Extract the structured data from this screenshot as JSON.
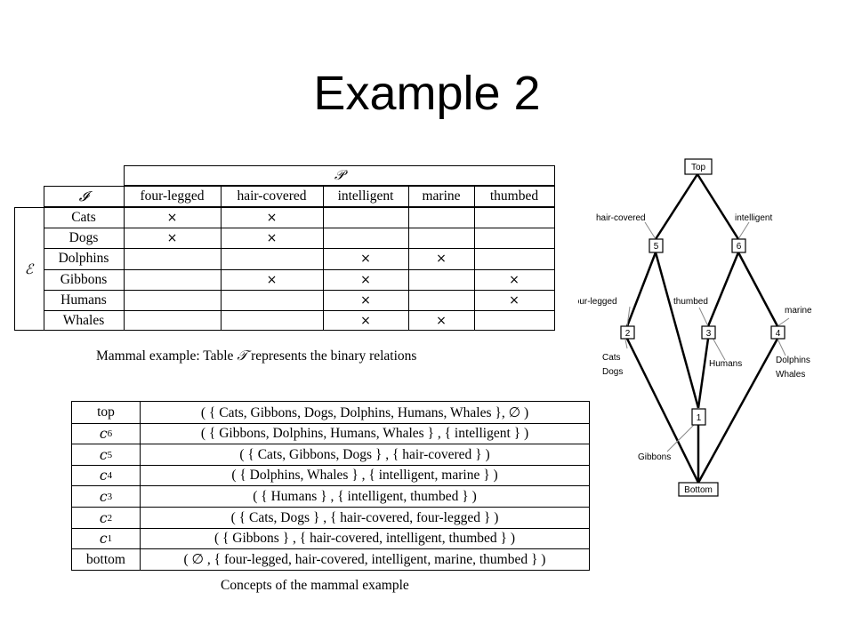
{
  "slide": {
    "title": "Example 2"
  },
  "context_table": {
    "attribute_set_symbol": "𝒫",
    "object_set_symbol": "𝓘",
    "extent_symbol": "ℰ",
    "mark": "×",
    "attributes": [
      "four-legged",
      "hair-covered",
      "intelligent",
      "marine",
      "thumbed"
    ],
    "rows": [
      {
        "object": "Cats",
        "marks": [
          true,
          true,
          false,
          false,
          false
        ]
      },
      {
        "object": "Dogs",
        "marks": [
          true,
          true,
          false,
          false,
          false
        ]
      },
      {
        "object": "Dolphins",
        "marks": [
          false,
          false,
          true,
          true,
          false
        ]
      },
      {
        "object": "Gibbons",
        "marks": [
          false,
          true,
          true,
          false,
          true
        ]
      },
      {
        "object": "Humans",
        "marks": [
          false,
          false,
          true,
          false,
          true
        ]
      },
      {
        "object": "Whales",
        "marks": [
          false,
          false,
          true,
          true,
          false
        ]
      }
    ],
    "caption": {
      "prefix": "Mammal example: Table ",
      "symbol": "𝒯",
      "suffix": " represents the binary relations"
    }
  },
  "concepts_table": {
    "rows": [
      {
        "name": "top",
        "sub": "",
        "value": "( { Cats, Gibbons, Dogs, Dolphins, Humans, Whales }, ∅ )"
      },
      {
        "name": "c",
        "sub": "6",
        "value": "( { Gibbons, Dolphins, Humans, Whales } , { intelligent } )"
      },
      {
        "name": "c",
        "sub": "5",
        "value": "( { Cats, Gibbons, Dogs } , { hair-covered } )"
      },
      {
        "name": "c",
        "sub": "4",
        "value": "( { Dolphins, Whales } , { intelligent, marine } )"
      },
      {
        "name": "c",
        "sub": "3",
        "value": "( {  Humans } , { intelligent, thumbed } )"
      },
      {
        "name": "c",
        "sub": "2",
        "value": "( { Cats, Dogs } , { hair-covered, four-legged } )"
      },
      {
        "name": "c",
        "sub": "1",
        "value": "( { Gibbons } , { hair-covered, intelligent, thumbed } )"
      },
      {
        "name": "bottom",
        "sub": "",
        "value": "( ∅ , { four-legged, hair-covered, intelligent, marine, thumbed } )"
      }
    ],
    "caption": "Concepts of the mammal example"
  },
  "lattice": {
    "nodes": {
      "top": "Top",
      "n5": "5",
      "n6": "6",
      "n2": "2",
      "n3": "3",
      "n4": "4",
      "n1": "1",
      "bottom": "Bottom"
    },
    "labels": {
      "hair_covered": "hair-covered",
      "intelligent": "intelligent",
      "four_legged": "four-legged",
      "thumbed": "thumbed",
      "marine": "marine",
      "cats": "Cats",
      "dogs": "Dogs",
      "humans": "Humans",
      "dolphins": "Dolphins",
      "whales": "Whales",
      "gibbons": "Gibbons"
    }
  }
}
